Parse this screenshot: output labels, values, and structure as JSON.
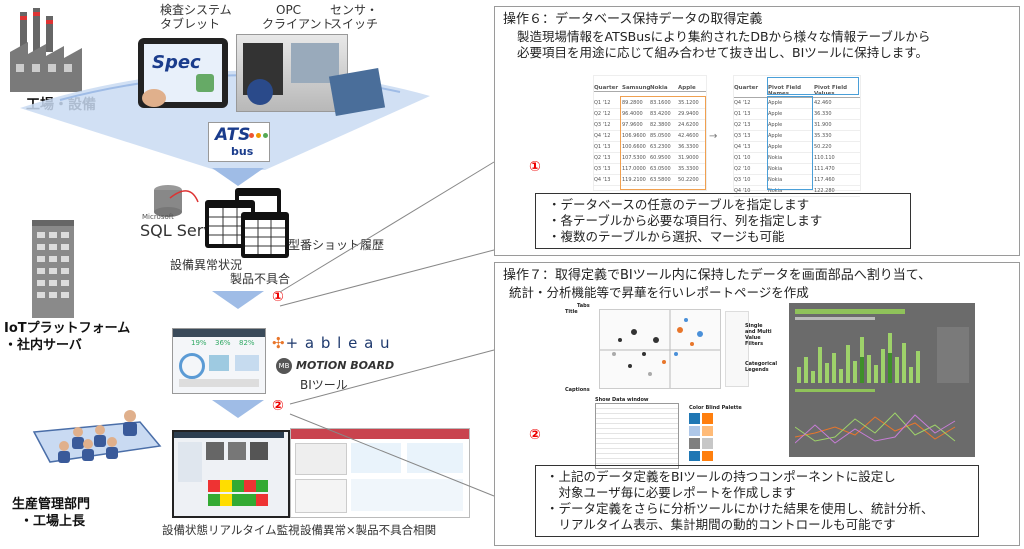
{
  "left": {
    "factory_label": "工場・設備",
    "inspection_label_l1": "検査システム",
    "inspection_label_l2": "タブレット",
    "opc_label_l1": "OPC",
    "opc_label_l2": "クライアント",
    "sensor_label_l1": "センサ・",
    "sensor_label_l2": "スイッチ",
    "spec_logo": "Spec",
    "atsbus_logo": "ATS",
    "atsbus_sub": "bus",
    "sqlserver_small": "Microsoft",
    "sqlserver_logo": "SQL Server",
    "table_label_1": "設備異常状況",
    "table_label_2": "製品不具合",
    "table_label_3": "型番ショット履歴",
    "marker_1": "①",
    "marker_2": "②",
    "iot_label_l1": "IoTプラットフォーム",
    "iot_label_l2": "・社内サーバ",
    "tableau_logo": "+ a b l e a u",
    "motionboard_logo": "MOTION BOARD",
    "bi_label": "BIツール",
    "dash_kpi_1": "19%",
    "dash_kpi_2": "36%",
    "dash_kpi_3": "82%",
    "prod_label_l1": "生産管理部門",
    "prod_label_l2": "・工場上長",
    "monitor_caption": "設備状態リアルタイム監視",
    "correlation_caption": "設備異常×製品不具合相関"
  },
  "step6": {
    "title": "操作６：データベース保持データの取得定義",
    "body_l1": "製造現場情報をATSBusにより集約されたDBから様々な情報テーブルから",
    "body_l2": "必要項目を用途に応じて組み合わせて抜き出し、BIツールに保持します。",
    "marker": "①",
    "bullets": [
      "・データベースの任意のテーブルを指定します",
      "・各テーブルから必要な項目行、列を指定します",
      "・複数のテーブルから選択、マージも可能"
    ],
    "table_left": {
      "headers": [
        "Quarter",
        "Samsung",
        "Nokia",
        "Apple"
      ],
      "rows": [
        [
          "Q1 '12",
          "89.2800",
          "83.1600",
          "35.1200"
        ],
        [
          "Q2 '12",
          "96.4000",
          "83.4200",
          "29.9400"
        ],
        [
          "Q3 '12",
          "97.9600",
          "82.3800",
          "24.6200"
        ],
        [
          "Q4 '12",
          "106.9600",
          "85.0500",
          "42.4600"
        ],
        [
          "Q1 '13",
          "100.6600",
          "63.2300",
          "36.3300"
        ],
        [
          "Q2 '13",
          "107.5300",
          "60.9500",
          "31.9000"
        ],
        [
          "Q3 '13",
          "117.0000",
          "63.0500",
          "35.3300"
        ],
        [
          "Q4 '13",
          "119.2100",
          "63.5800",
          "50.2200"
        ]
      ]
    },
    "table_right": {
      "headers": [
        "Quarter",
        "Pivot Field Names",
        "Pivot Field Values"
      ],
      "rows": [
        [
          "Q4 '12",
          "Apple",
          "42.460"
        ],
        [
          "Q1 '13",
          "Apple",
          "36.330"
        ],
        [
          "Q2 '13",
          "Apple",
          "31.900"
        ],
        [
          "Q3 '13",
          "Apple",
          "35.330"
        ],
        [
          "Q4 '13",
          "Apple",
          "50.220"
        ],
        [
          "Q1 '10",
          "Nokia",
          "110.110"
        ],
        [
          "Q2 '10",
          "Nokia",
          "111.470"
        ],
        [
          "Q3 '10",
          "Nokia",
          "117.460"
        ],
        [
          "Q4 '10",
          "Nokia",
          "122.280"
        ]
      ]
    }
  },
  "step7": {
    "title": "操作７：取得定義でBIツール内に保持したデータを画面部品へ割り当て、",
    "body_l1": "統計・分析機能等で昇華を行いレポートページを作成",
    "marker": "②",
    "anno_title": "Title",
    "anno_tabs": "Tabs",
    "anno_filters_l1": "Single and Multi",
    "anno_filters_l2": "Value Filters",
    "anno_legends_l1": "Categorical",
    "anno_legends_l2": "Legends",
    "anno_captions": "Captions",
    "anno_show_data": "Show Data window",
    "anno_color_blind": "Color Blind Palette",
    "bullets": [
      "・上記のデータ定義をBIツールの持つコンポーネントに設定し",
      "　対象ユーザ毎に必要レポートを作成します",
      "・データ定義をさらに分析ツールにかけた結果を使用し、統計分析、",
      "　リアルタイム表示、集計期間の動的コントロールも可能です"
    ]
  }
}
